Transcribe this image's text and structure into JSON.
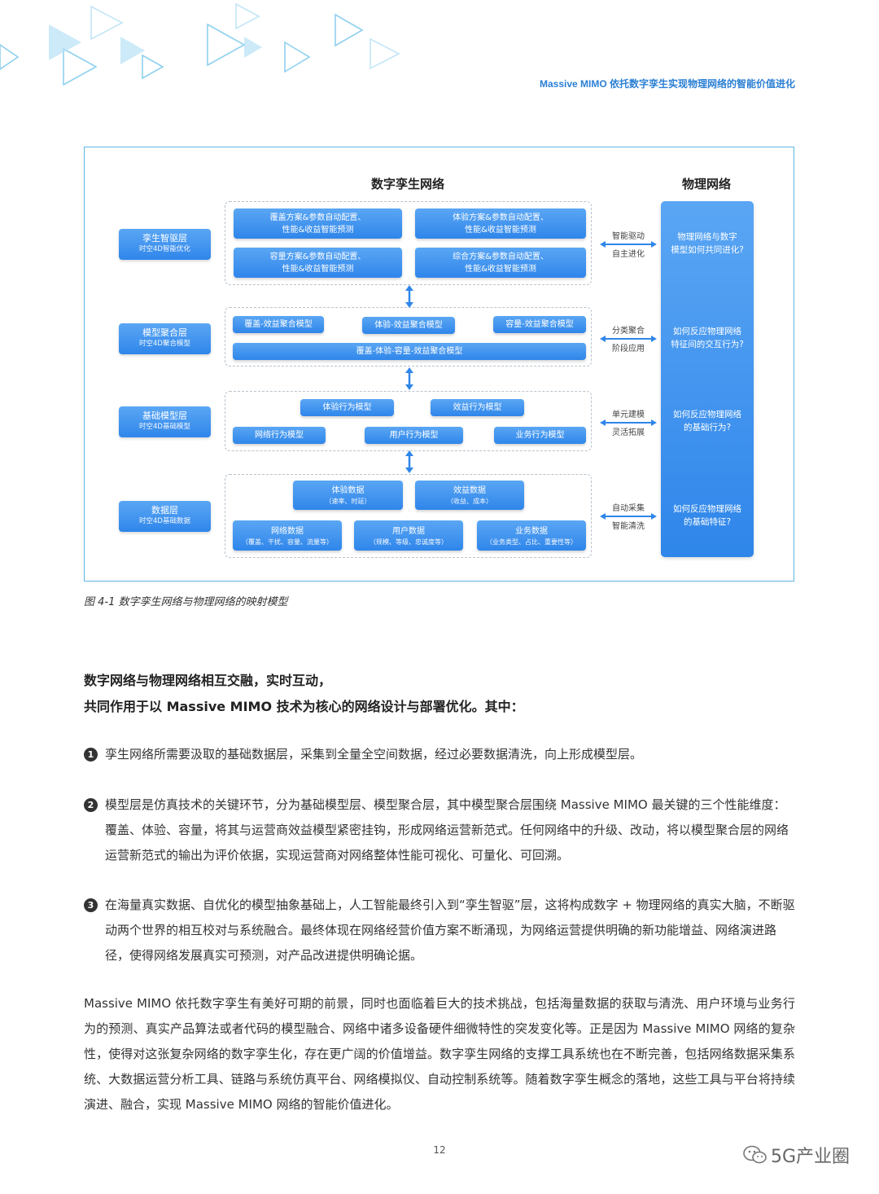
{
  "header": {
    "title": "Massive MIMO 依托数字孪生实现物理网络的智能价值进化"
  },
  "figure": {
    "left_title": "数字孪生网络",
    "right_title": "物理网络",
    "layers": [
      {
        "name": "孪生智驱层",
        "sub": "时空4D智能优化"
      },
      {
        "name": "模型聚合层",
        "sub": "时空4D聚合模型"
      },
      {
        "name": "基础模型层",
        "sub": "时空4D基础模型"
      },
      {
        "name": "数据层",
        "sub": "时空4D基础数据"
      }
    ],
    "twin_boxes": [
      {
        "l1": "覆盖方案&参数自动配置、",
        "l2": "性能&收益智能预测"
      },
      {
        "l1": "体验方案&参数自动配置、",
        "l2": "性能&收益智能预测"
      },
      {
        "l1": "容量方案&参数自动配置、",
        "l2": "性能&收益智能预测"
      },
      {
        "l1": "综合方案&参数自动配置、",
        "l2": "性能&收益智能预测"
      }
    ],
    "agg_models": [
      "覆盖-效益聚合模型",
      "体验-效益聚合模型",
      "容量-效益聚合模型",
      "覆盖-体验-容量-效益聚合模型"
    ],
    "base_models": [
      "体验行为模型",
      "效益行为模型",
      "网络行为模型",
      "用户行为模型",
      "业务行为模型"
    ],
    "data_boxes": [
      {
        "name": "体验数据",
        "sub": "（速率、时延）"
      },
      {
        "name": "效益数据",
        "sub": "（收益、成本）"
      },
      {
        "name": "网络数据",
        "sub": "（覆盖、干扰、容量、流量等）"
      },
      {
        "name": "用户数据",
        "sub": "（规模、等级、忠诚度等）"
      },
      {
        "name": "业务数据",
        "sub": "（业务类型、占比、重要性等）"
      }
    ],
    "connectors": [
      {
        "a": "智能驱动",
        "b": "自主进化"
      },
      {
        "a": "分类聚合",
        "b": "阶段应用"
      },
      {
        "a": "单元建模",
        "b": "灵活拓展"
      },
      {
        "a": "自动采集",
        "b": "智能清洗"
      }
    ],
    "physical_questions": [
      {
        "l1": "物理网络与数字",
        "l2": "模型如何共同进化?"
      },
      {
        "l1": "如何反应物理网络",
        "l2": "特征间的交互行为?"
      },
      {
        "l1": "如何反应物理网络",
        "l2": "的基础行为?"
      },
      {
        "l1": "如何反应物理网络",
        "l2": "的基础特征?"
      }
    ],
    "caption": "图 4-1   数字孪生网络与物理网络的映射模型"
  },
  "intro": {
    "line1": "数字网络与物理网络相互交融，实时互动，",
    "line2": "共同作用于以 Massive MIMO 技术为核心的网络设计与部署优化。其中："
  },
  "items": [
    {
      "num": "1",
      "text": "孪生网络所需要汲取的基础数据层，采集到全量全空间数据，经过必要数据清洗，向上形成模型层。"
    },
    {
      "num": "2",
      "text": "模型层是仿真技术的关键环节，分为基础模型层、模型聚合层，其中模型聚合层围绕 Massive MIMO 最关键的三个性能维度：覆盖、体验、容量，将其与运营商效益模型紧密挂钩，形成网络运营新范式。任何网络中的升级、改动，将以模型聚合层的网络运营新范式的输出为评价依据，实现运营商对网络整体性能可视化、可量化、可回溯。"
    },
    {
      "num": "3",
      "text": "在海量真实数据、自优化的模型抽象基础上，人工智能最终引入到“孪生智驱”层，这将构成数字 + 物理网络的真实大脑，不断驱动两个世界的相互校对与系统融合。最终体现在网络经营价值方案不断涌现，为网络运营提供明确的新功能增益、网络演进路径，使得网络发展真实可预测，对产品改进提供明确论据。"
    }
  ],
  "paragraph": "Massive MIMO 依托数字孪生有美好可期的前景，同时也面临着巨大的技术挑战，包括海量数据的获取与清洗、用户环境与业务行为的预测、真实产品算法或者代码的模型融合、网络中诸多设备硬件细微特性的突发变化等。正是因为 Massive MIMO 网络的复杂性，使得对这张复杂网络的数字孪生化，存在更广阔的价值增益。数字孪生网络的支撑工具系统也在不断完善，包括网络数据采集系统、大数据运营分析工具、链路与系统仿真平台、网络模拟仪、自动控制系统等。随着数字孪生概念的落地，这些工具与平台将持续演进、融合，实现 Massive MIMO 网络的智能价值进化。",
  "page_number": "12",
  "watermark": "5G产业圈",
  "colors": {
    "accent": "#2f86ea",
    "frame": "#5fb6e6",
    "deco": "#7fc8ea"
  }
}
